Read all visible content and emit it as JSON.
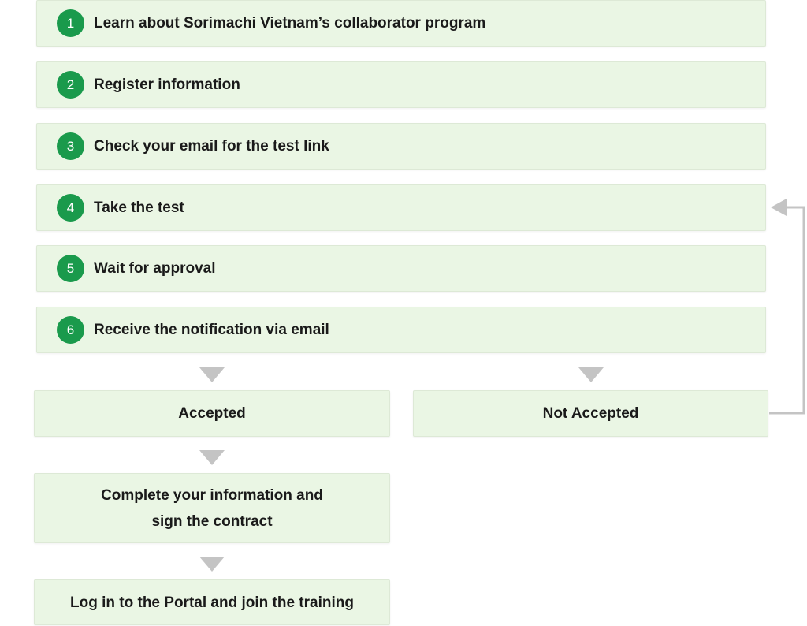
{
  "steps": [
    {
      "num": "1",
      "label": "Learn about Sorimachi Vietnam’s collaborator program"
    },
    {
      "num": "2",
      "label": "Register information"
    },
    {
      "num": "3",
      "label": "Check your email for the test link"
    },
    {
      "num": "4",
      "label": "Take the test"
    },
    {
      "num": "5",
      "label": "Wait for approval"
    },
    {
      "num": "6",
      "label": "Receive the notification via email"
    }
  ],
  "outcomes": {
    "accepted": "Accepted",
    "not_accepted": "Not Accepted"
  },
  "after_accepted": [
    {
      "line1": "Complete your information and",
      "line2": "sign the contract"
    },
    {
      "label": "Log in to the Portal and join the training"
    }
  ],
  "colors": {
    "box_fill": "#eaf6e4",
    "step_badge": "#1a9a4c",
    "arrow": "#c4c4c4"
  }
}
